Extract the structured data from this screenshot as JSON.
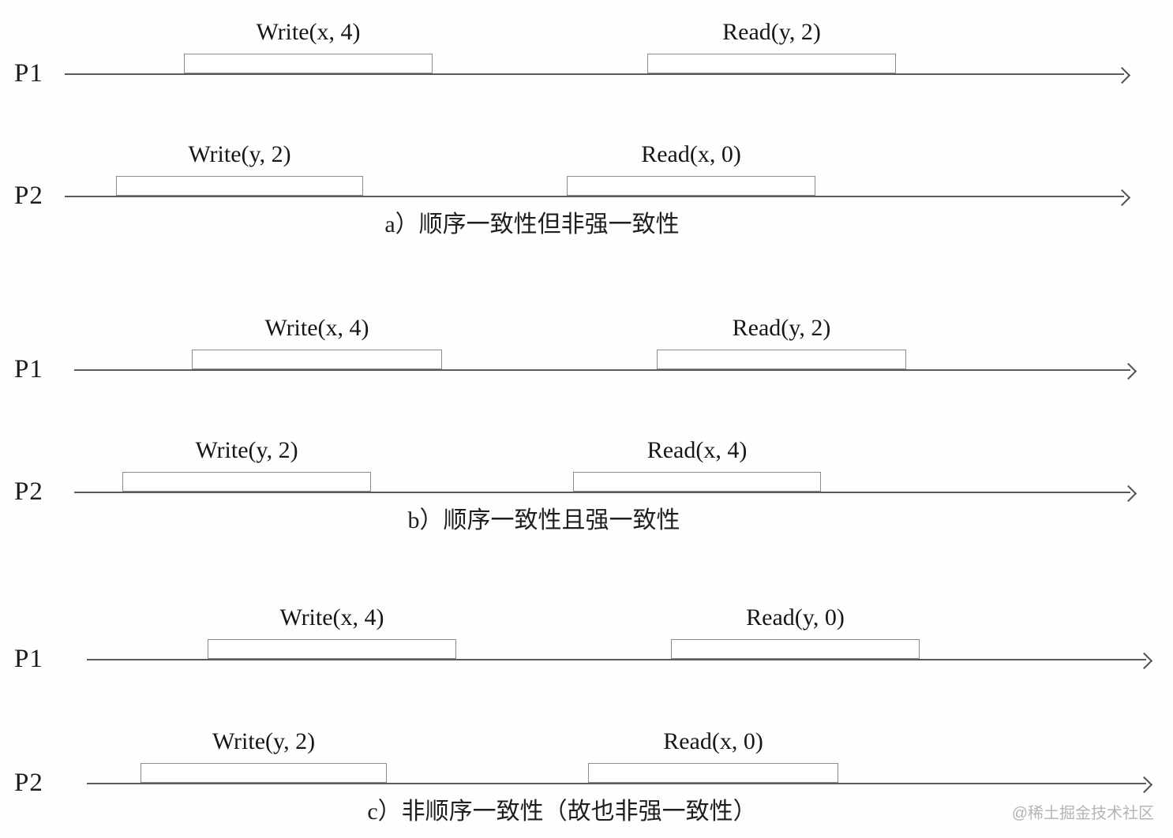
{
  "sections": [
    {
      "id": "a",
      "caption": "a）顺序一致性但非强一致性",
      "rows": [
        {
          "process": "P1",
          "ops": [
            {
              "label": "Write(x, 4)"
            },
            {
              "label": "Read(y, 2)"
            }
          ]
        },
        {
          "process": "P2",
          "ops": [
            {
              "label": "Write(y, 2)"
            },
            {
              "label": "Read(x, 0)"
            }
          ]
        }
      ]
    },
    {
      "id": "b",
      "caption": "b）顺序一致性且强一致性",
      "rows": [
        {
          "process": "P1",
          "ops": [
            {
              "label": "Write(x, 4)"
            },
            {
              "label": "Read(y, 2)"
            }
          ]
        },
        {
          "process": "P2",
          "ops": [
            {
              "label": "Write(y, 2)"
            },
            {
              "label": "Read(x, 4)"
            }
          ]
        }
      ]
    },
    {
      "id": "c",
      "caption": "c）非顺序一致性（故也非强一致性）",
      "rows": [
        {
          "process": "P1",
          "ops": [
            {
              "label": "Write(x, 4)"
            },
            {
              "label": "Read(y, 0)"
            }
          ]
        },
        {
          "process": "P2",
          "ops": [
            {
              "label": "Write(y, 2)"
            },
            {
              "label": "Read(x, 0)"
            }
          ]
        }
      ]
    }
  ],
  "watermark": "@稀土掘金技术社区",
  "colors": {
    "timeline": "#5a5a5a",
    "box_border": "#8b8b8b",
    "text": "#1b1b1b",
    "watermark": "#b5b5b5",
    "background": "#ffffff"
  }
}
